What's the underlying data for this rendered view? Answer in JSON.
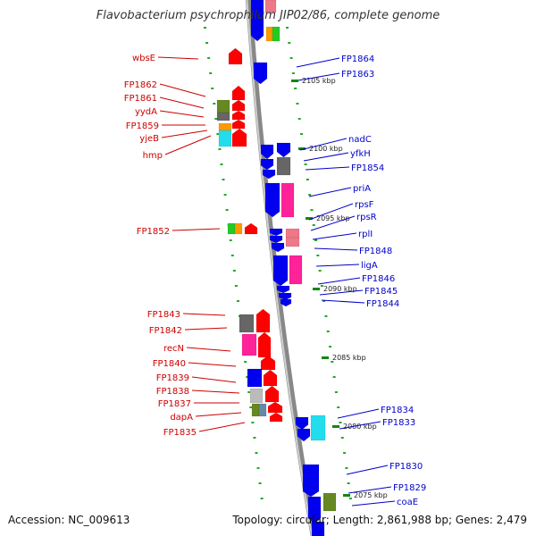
{
  "title": "Flavobacterium psychrophilum JIP02/86, complete genome",
  "footer": {
    "accession": "Accession: NC_009613",
    "topology": "Topology: circular; Length: 2,861,988 bp; Genes: 2,479"
  },
  "colors": {
    "forward_label": "#cc0000",
    "reverse_label": "#0000cc",
    "forward_gene": "#ff0000",
    "reverse_gene": "#0000ee",
    "backbone": "#888888",
    "dotted_track": "#22aa22",
    "teal": "#22ddee",
    "magenta": "#ff2299",
    "grey": "#666666",
    "olive": "#668822",
    "orange": "#ff9900",
    "green": "#22cc22",
    "pink": "#ee7788",
    "light_grey": "#bbbbbb",
    "steel": "#6688aa"
  },
  "kbp_marks": [
    "2105 kbp",
    "2100 kbp",
    "2095 kbp",
    "2090 kbp",
    "2085 kbp",
    "2080 kbp",
    "2075 kbp"
  ],
  "left_labels": [
    "wbsE",
    "FP1862",
    "FP1861",
    "yydA",
    "FP1859",
    "yjeB",
    "hmp",
    "FP1852",
    "FP1843",
    "FP1842",
    "recN",
    "FP1840",
    "FP1839",
    "FP1838",
    "FP1837",
    "dapA",
    "FP1835"
  ],
  "right_labels": [
    "FP1864",
    "FP1863",
    "nadC",
    "yfkH",
    "FP1854",
    "priA",
    "rpsF",
    "rpsR",
    "rplI",
    "FP1848",
    "ligA",
    "FP1846",
    "FP1845",
    "FP1844",
    "FP1834",
    "FP1833",
    "FP1830",
    "FP1829",
    "coaE"
  ]
}
